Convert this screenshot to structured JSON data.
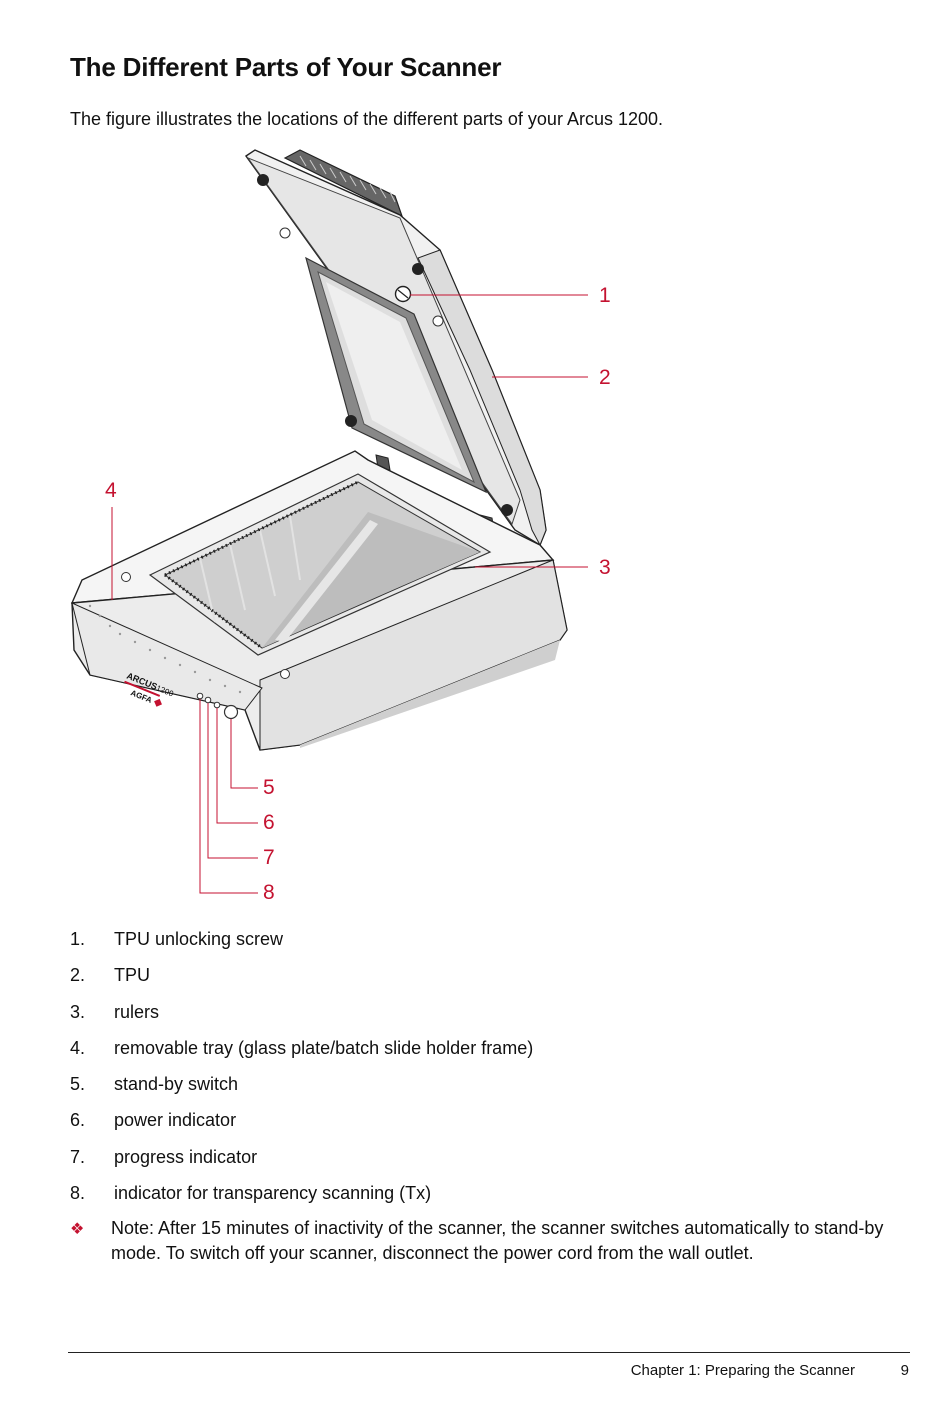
{
  "page": {
    "title": "The Different Parts of Your Scanner",
    "intro": "The figure illustrates the locations of the different parts of your Arcus 1200."
  },
  "figure": {
    "brand_model": "ARCUS",
    "brand_model_number": "1200",
    "brand_maker": "AGFA",
    "callouts": [
      "1",
      "2",
      "3",
      "4",
      "5",
      "6",
      "7",
      "8"
    ],
    "callout_color": "#c41230"
  },
  "parts": [
    {
      "num": "1.",
      "label": "TPU unlocking screw"
    },
    {
      "num": "2.",
      "label": "TPU"
    },
    {
      "num": "3.",
      "label": "rulers"
    },
    {
      "num": "4.",
      "label": "removable tray (glass plate/batch slide holder frame)"
    },
    {
      "num": "5.",
      "label": "stand-by switch"
    },
    {
      "num": "6.",
      "label": "power indicator"
    },
    {
      "num": "7.",
      "label": "progress indicator"
    },
    {
      "num": "8.",
      "label": "indicator for transparency scanning (Tx)"
    }
  ],
  "note": {
    "bullet": "❖",
    "text": "Note: After 15 minutes of inactivity of the scanner, the scanner switches automatically to stand-by mode. To switch off your scanner, disconnect the power cord from the wall outlet."
  },
  "footer": {
    "chapter": "Chapter 1: Preparing the Scanner",
    "page_number": "9"
  }
}
